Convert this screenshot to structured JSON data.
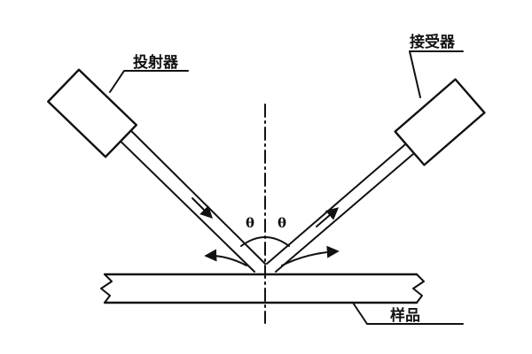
{
  "labels": {
    "projector": "投射器",
    "receiver": "接受器",
    "sample": "样品",
    "angle_left": "θ",
    "angle_right": "θ"
  },
  "colors": {
    "ink": "#111111",
    "background": "#ffffff"
  }
}
